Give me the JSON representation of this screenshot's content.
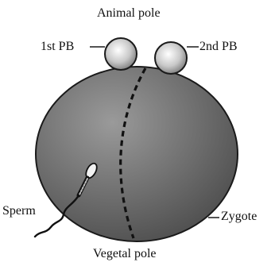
{
  "labels": {
    "animal_pole": "Animal pole",
    "first_pb": "1st PB",
    "second_pb": "2nd PB",
    "sperm": "Sperm",
    "zygote": "Zygote",
    "vegetal_pole": "Vegetal pole"
  },
  "colors": {
    "zygote_light": "#9a9a9a",
    "zygote_dark": "#4a4a4a",
    "polar_body_light": "#ffffff",
    "polar_body_dark": "#6e6e6e",
    "outline": "#1a1a1a",
    "text": "#111111"
  }
}
